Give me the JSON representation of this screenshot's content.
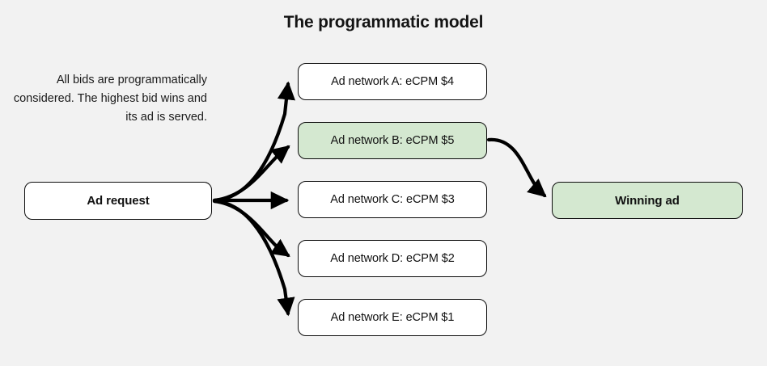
{
  "diagram": {
    "title": "The programmatic model",
    "background_color": "#f2f2f2",
    "description": "All bids are programmatically considered. The highest bid wins and its ad is served.",
    "request_node": {
      "label": "Ad request",
      "fill": "#ffffff"
    },
    "networks": [
      {
        "label": "Ad network A: eCPM $4",
        "network": "A",
        "ecpm": 4,
        "fill": "#ffffff",
        "winner": false
      },
      {
        "label": "Ad network B: eCPM $5",
        "network": "B",
        "ecpm": 5,
        "fill": "#d4e8d0",
        "winner": true
      },
      {
        "label": "Ad network C: eCPM $3",
        "network": "C",
        "ecpm": 3,
        "fill": "#ffffff",
        "winner": false
      },
      {
        "label": "Ad network D: eCPM $2",
        "network": "D",
        "ecpm": 2,
        "fill": "#ffffff",
        "winner": false
      },
      {
        "label": "Ad network E: eCPM $1",
        "network": "E",
        "ecpm": 1,
        "fill": "#ffffff",
        "winner": false
      }
    ],
    "winning_node": {
      "label": "Winning ad",
      "fill": "#d4e8d0"
    },
    "edge_color": "#000000"
  }
}
